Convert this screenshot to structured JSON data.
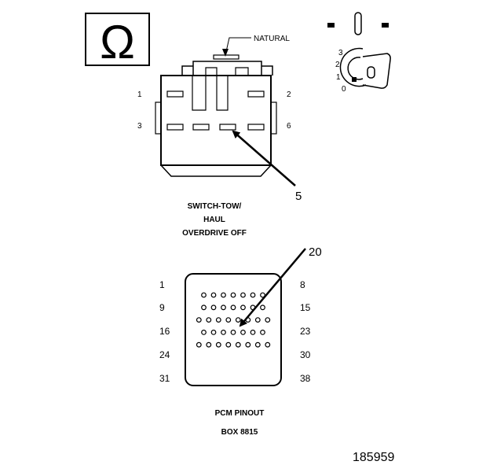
{
  "ohm_symbol": "Ω",
  "switch_connector": {
    "material_label": "NATURAL",
    "pin_labels": [
      "1",
      "2",
      "3",
      "6"
    ],
    "callout": "5",
    "caption_lines": [
      "SWITCH-TOW/",
      "HAUL",
      "OVERDRIVE OFF"
    ]
  },
  "ignition_key": {
    "positions": [
      "3",
      "2",
      "1",
      "0"
    ]
  },
  "pcm_connector": {
    "row_start_pins": [
      "1",
      "9",
      "16",
      "24",
      "31"
    ],
    "row_end_pins": [
      "8",
      "15",
      "23",
      "30",
      "38"
    ],
    "row_pin_counts": [
      7,
      7,
      8,
      7,
      8
    ],
    "callout": "20",
    "caption_lines": [
      "PCM PINOUT",
      "BOX 8815"
    ]
  },
  "figure_number": "185959",
  "colors": {
    "ink": "#000000",
    "background": "#ffffff"
  }
}
